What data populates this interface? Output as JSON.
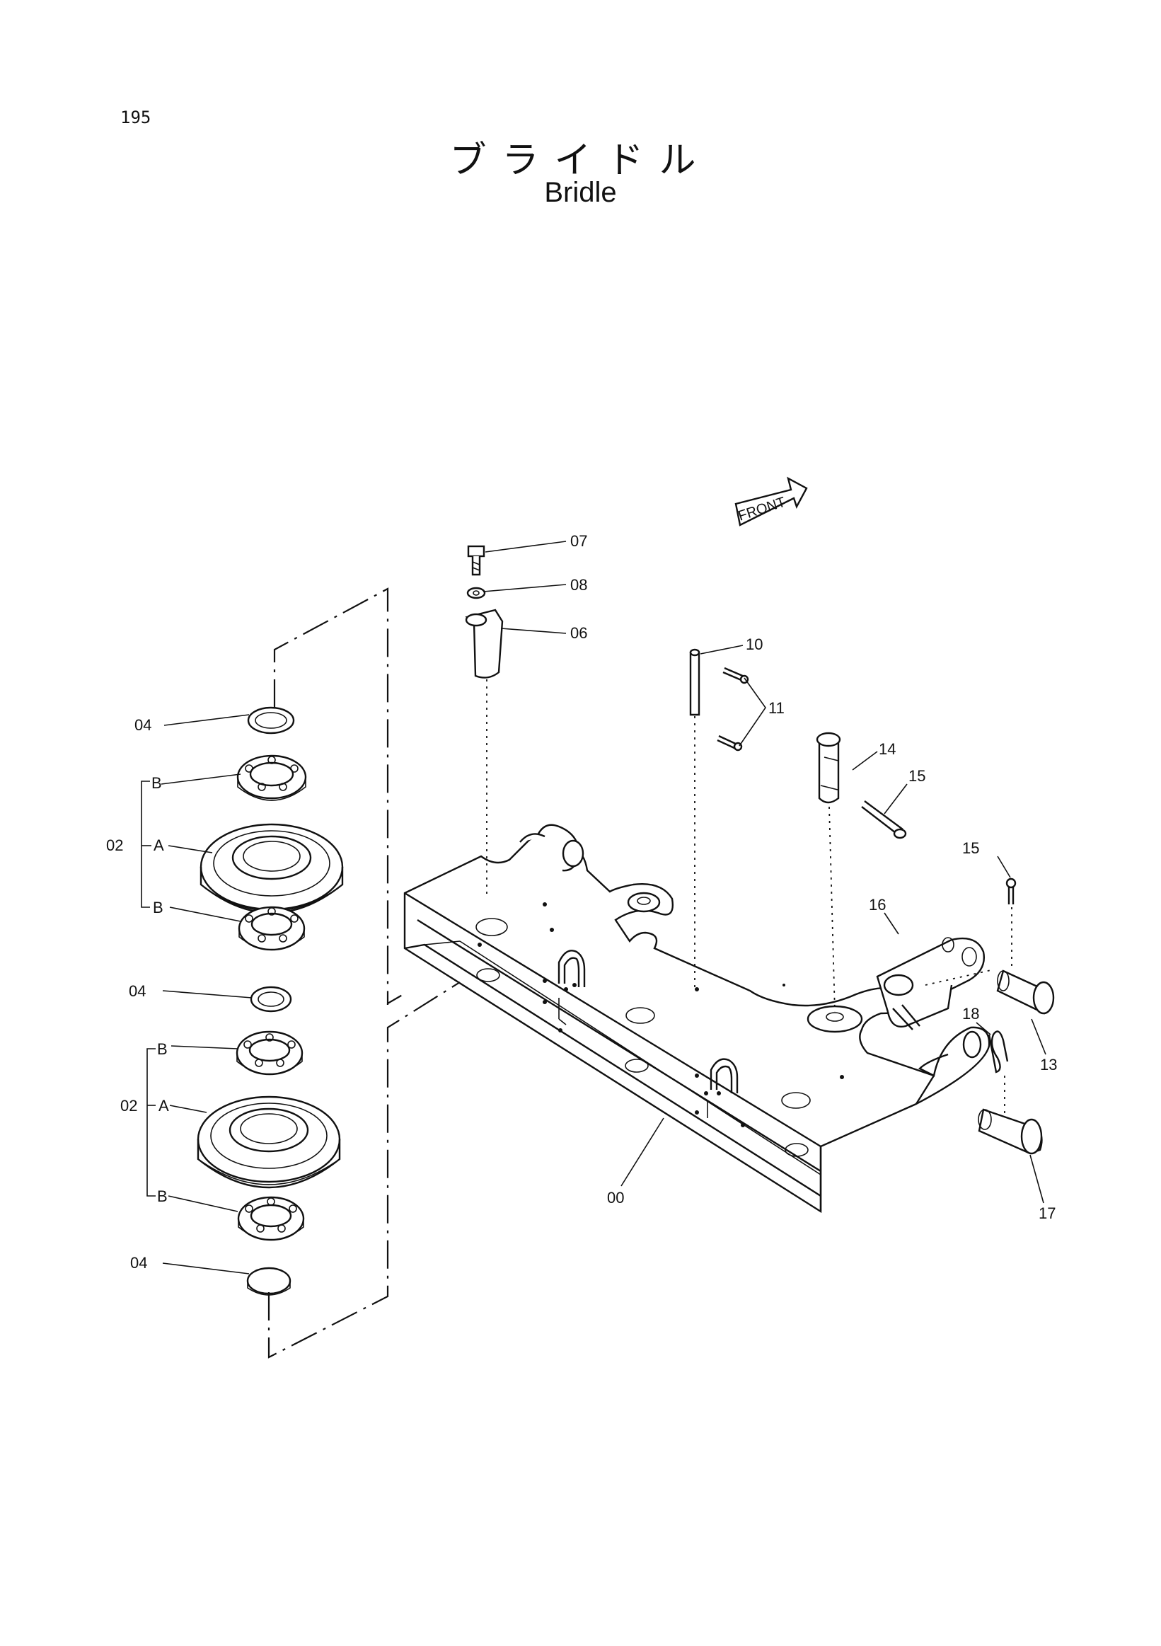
{
  "page": {
    "number": "195",
    "title_ja": "ブライドル",
    "title_en": "Bridle"
  },
  "front_marker": "FRONT",
  "callouts": {
    "c00": "00",
    "c02a": "02",
    "c02b": "02",
    "c04a": "04",
    "c04b": "04",
    "c04c": "04",
    "c06": "06",
    "c07": "07",
    "c08": "08",
    "c10": "10",
    "c11": "11",
    "c13": "13",
    "c14": "14",
    "c15a": "15",
    "c15b": "15",
    "c16": "16",
    "c17": "17",
    "c18": "18",
    "sub_a1": "A",
    "sub_b1": "B",
    "sub_b2": "B",
    "sub_a2": "A",
    "sub_b3": "B",
    "sub_b4": "B"
  }
}
